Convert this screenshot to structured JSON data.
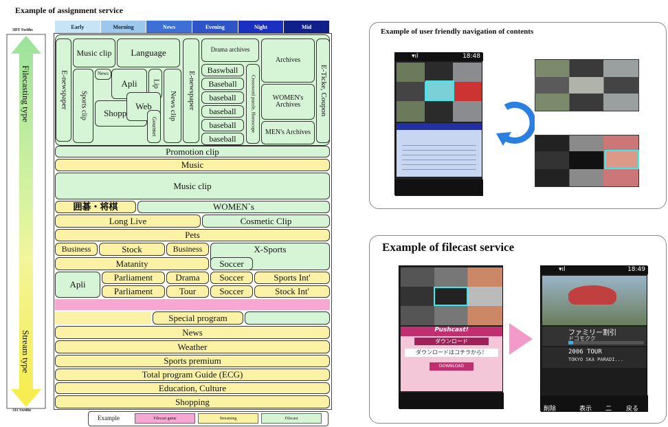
{
  "left": {
    "title": "Example of  assignment service",
    "top_label": "3DT Swiths",
    "bottom_label": "311 Swiths",
    "side_top": "Filecasting type",
    "side_bottom": "Stream type",
    "time_slots": [
      "Early",
      "Morning",
      "News",
      "Evening",
      "Night",
      "Mid"
    ],
    "cells": {
      "enewspaper_left": "E-newspaper",
      "music_clip_top": "Music clip",
      "language": "Language",
      "sports_clip": "Sports clip",
      "news_small": "News",
      "apli_top": "Apli",
      "lip": "Lip",
      "shopping_top": "Shopping",
      "web": "Web",
      "gourmet": "Gourmet",
      "news_clip": "News clip",
      "enewspaper_right": "E-newspaper",
      "drama_archives": "Drama archives",
      "baseball_1": "Baswball",
      "baseball_2": "Baseball",
      "baseball_3": "baseball",
      "baseball_4": "baseball",
      "baseball_5": "baseball",
      "baseball_6": "baseball",
      "crossword": "Crossword puzzle, Horoscope",
      "archives": "Archives",
      "womens_archives": "WOMEN's Archives",
      "mens_archives": "MEN's Archives",
      "eticket": "E-Ticke, Coupon",
      "promotion_clip": "Promotion clip",
      "music": "Music",
      "music_clip": "Music clip",
      "igo_shogi": "囲碁・将棋",
      "womens": "WOMEN`s",
      "long_live": "Long Live",
      "cosmetic_clip": "Cosmetic Clip",
      "pets": "Pets",
      "business_1": "Business",
      "stock": "Stock",
      "business_2": "Business",
      "xsports": "X-Sports",
      "maternity": "Matanity",
      "soccer_1": "Soccer",
      "apli_bottom": "Apli",
      "parliament_1": "Parliament",
      "drama": "Drama",
      "soccer_2": "Soccer",
      "sports_int": "Sports Int'",
      "parliament_2": "Parliament",
      "tour": "Tour",
      "soccer_3": "Soccer",
      "stock_int": "Stock Int'",
      "special_program": "Special program",
      "news": "News",
      "weather": "Weather",
      "sports_premium": "Sports premium",
      "total_guide": "Total program Guide (ECG)",
      "education": "Education, Culture",
      "shopping": "Shopping"
    },
    "legend": {
      "label": "Example",
      "items": [
        "Filecast game",
        "Streaming",
        "Filecast"
      ]
    }
  },
  "right": {
    "nav_title": "Example of user friendly navigation of contents",
    "filecast_title": "Example of filecast service",
    "phone_status_time_1": "18:48",
    "phone_status_time_2": "18:49",
    "phone2_banner": "Pushcast!",
    "phone2_download": "ダウンロード",
    "phone2_text": "ダウンロードはコチラから！",
    "phone2_button": "DOWNLOAD",
    "phone3_item1": "ファミリー割引",
    "phone3_item1_sub": "ドコモクク",
    "phone3_item2": "2006 TOUR",
    "phone3_item2_sub": "TOKYO SKA PARADI...",
    "phone3_softkeys": [
      "削除",
      "表示",
      "二",
      "戻る"
    ]
  },
  "colors": {
    "green": "#d6f5d6",
    "yellow": "#fbf2a6",
    "pink": "#f7a8d2",
    "header_blues": [
      "#c6e4f5",
      "#9cc8ee",
      "#3d6fd6",
      "#2f54c8",
      "#1a30c0",
      "#10208a"
    ]
  }
}
